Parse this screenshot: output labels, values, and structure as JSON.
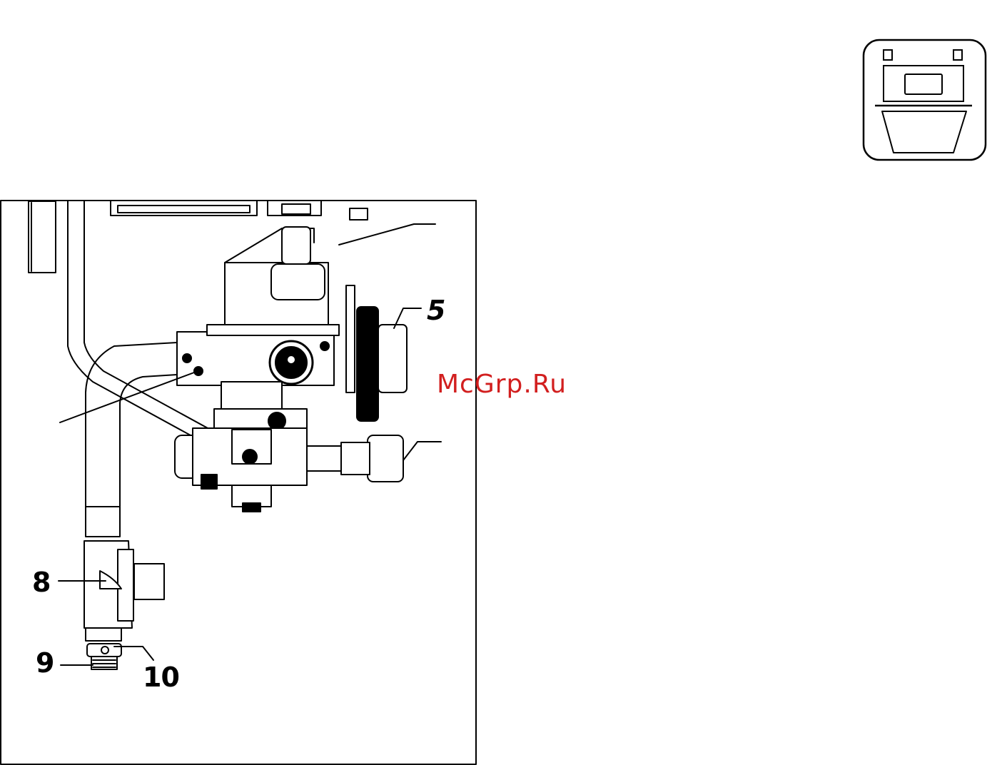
{
  "callouts": {
    "five": "5",
    "eight": "8",
    "nine": "9",
    "ten": "10"
  },
  "watermark": "McGrp.Ru",
  "colors": {
    "line": "#000000",
    "watermark": "#d21f1f",
    "background": "#ffffff"
  },
  "icons": {
    "appliance": "boiler-icon"
  }
}
